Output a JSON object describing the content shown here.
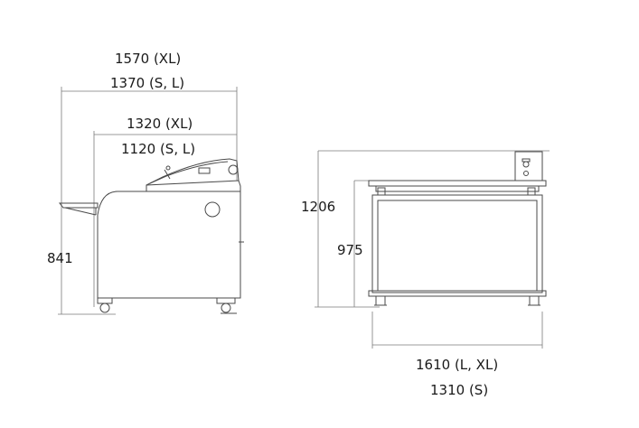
{
  "side_view": {
    "overall_width_line1": "1570 (XL)",
    "overall_width_line2": "1370 (S, L)",
    "chamber_width_line1": "1320 (XL)",
    "chamber_width_line2": "1120 (S, L)",
    "height": "841"
  },
  "front_view": {
    "overall_height": "1206",
    "body_height": "975",
    "width_line1": "1610 (L, XL)",
    "width_line2": "1310 (S)"
  },
  "colors": {
    "line": "#4a4a4a",
    "text": "#1a1a1a",
    "background": "#ffffff"
  }
}
